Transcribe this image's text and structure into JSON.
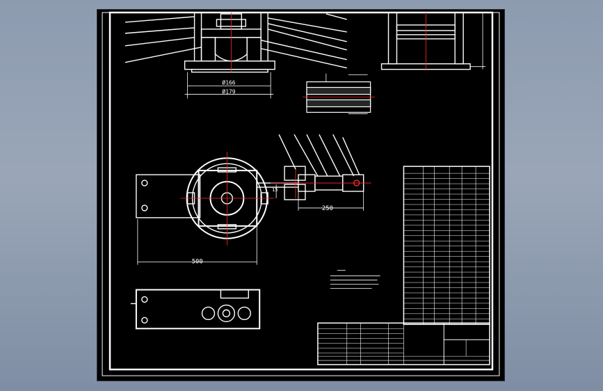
{
  "colors": {
    "viewport_background": "#000000",
    "line": "#ffffff",
    "centerline": "#ff2a2a",
    "window_background": "#8d9bb0"
  },
  "dimensions": {
    "phi166": "Ø166",
    "phi179": "Ø179",
    "d500": "500",
    "d250": "250",
    "d15": "15"
  }
}
